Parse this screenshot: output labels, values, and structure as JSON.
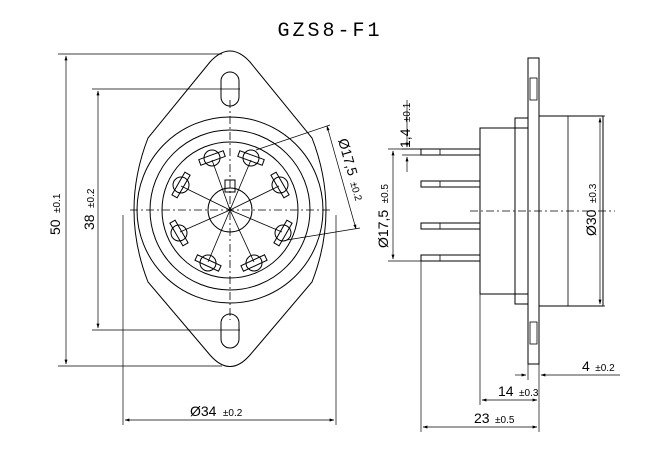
{
  "title": "GZS8-F1",
  "front_view": {
    "height": {
      "value": "50",
      "tol": "±0.1"
    },
    "hole_spacing": {
      "value": "38",
      "tol": "±0.2"
    },
    "pin_circle": {
      "value": "Ø17,5",
      "tol": "±0.2"
    },
    "width": {
      "value": "Ø34",
      "tol": "±0.2"
    }
  },
  "side_view": {
    "pin_pitch": {
      "value": "1,4",
      "tol": "±0.1"
    },
    "pin_span": {
      "value": "Ø17,5",
      "tol": "±0.5"
    },
    "body_dia": {
      "value": "Ø30",
      "tol": "±0.3"
    },
    "flange": {
      "value": "4",
      "tol": "±0.2"
    },
    "body_len": {
      "value": "14",
      "tol": "±0.3"
    },
    "total_len": {
      "value": "23",
      "tol": "±0.5"
    }
  }
}
